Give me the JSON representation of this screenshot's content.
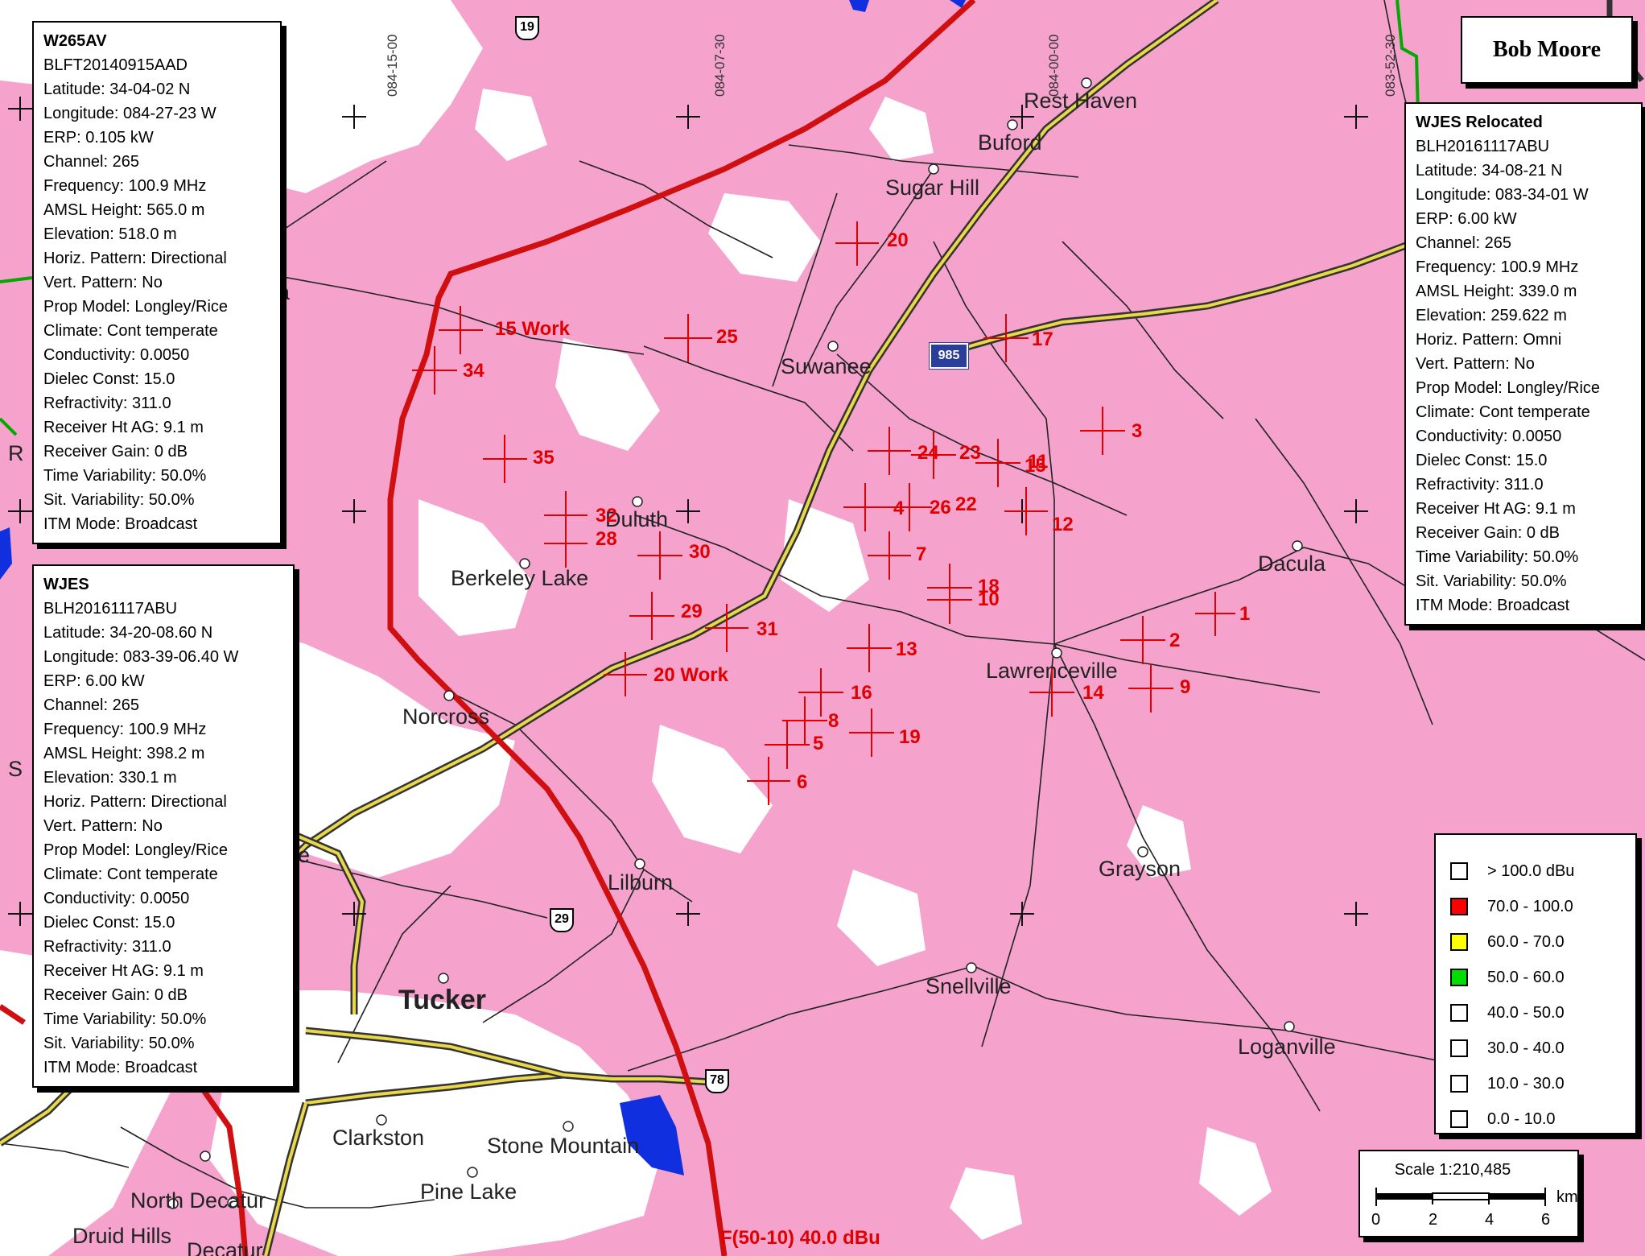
{
  "author": "Bob Moore",
  "stations": [
    {
      "id": "W265AV",
      "app": "BLFT20140915AAD",
      "lat": "Latitude: 34-04-02 N",
      "lon": "Longitude: 084-27-23 W",
      "erp": "ERP: 0.105 kW",
      "ch": "Channel: 265",
      "freq": "Frequency: 100.9 MHz",
      "amsl": "AMSL Height: 565.0 m",
      "elev": "Elevation: 518.0 m",
      "hpat": "Horiz. Pattern: Directional",
      "vpat": "Vert. Pattern: No",
      "prop": "Prop Model: Longley/Rice",
      "clim": "Climate: Cont temperate",
      "cond": "Conductivity: 0.0050",
      "diel": "Dielec Const: 15.0",
      "refr": "Refractivity: 311.0",
      "rxht": "Receiver Ht AG: 9.1 m",
      "rxg": "Receiver Gain: 0 dB",
      "tvar": "Time Variability: 50.0%",
      "svar": "Sit. Variability: 50.0%",
      "itm": "ITM Mode: Broadcast"
    },
    {
      "id": "WJES",
      "app": "BLH20161117ABU",
      "lat": "Latitude: 34-20-08.60 N",
      "lon": "Longitude: 083-39-06.40 W",
      "erp": "ERP: 6.00 kW",
      "ch": "Channel: 265",
      "freq": "Frequency: 100.9 MHz",
      "amsl": "AMSL Height: 398.2 m",
      "elev": "Elevation: 330.1 m",
      "hpat": "Horiz. Pattern: Directional",
      "vpat": "Vert. Pattern: No",
      "prop": "Prop Model: Longley/Rice",
      "clim": "Climate: Cont temperate",
      "cond": "Conductivity: 0.0050",
      "diel": "Dielec Const: 15.0",
      "refr": "Refractivity: 311.0",
      "rxht": "Receiver Ht AG: 9.1 m",
      "rxg": "Receiver Gain: 0 dB",
      "tvar": "Time Variability: 50.0%",
      "svar": "Sit. Variability: 50.0%",
      "itm": "ITM Mode: Broadcast"
    },
    {
      "id": "WJES Relocated",
      "app": "BLH20161117ABU",
      "lat": "Latitude: 34-08-21 N",
      "lon": "Longitude: 083-34-01 W",
      "erp": "ERP: 6.00 kW",
      "ch": "Channel: 265",
      "freq": "Frequency: 100.9 MHz",
      "amsl": "AMSL Height: 339.0 m",
      "elev": "Elevation: 259.622 m",
      "hpat": "Horiz. Pattern: Omni",
      "vpat": "Vert. Pattern: No",
      "prop": "Prop Model: Longley/Rice",
      "clim": "Climate: Cont temperate",
      "cond": "Conductivity: 0.0050",
      "diel": "Dielec Const: 15.0",
      "refr": "Refractivity: 311.0",
      "rxht": "Receiver Ht AG: 9.1 m",
      "rxg": "Receiver Gain: 0 dB",
      "tvar": "Time Variability: 50.0%",
      "svar": "Sit. Variability: 50.0%",
      "itm": "ITM Mode: Broadcast"
    }
  ],
  "towns": {
    "rest_haven": "Rest Haven",
    "buford": "Buford",
    "sugar_hill": "Sugar Hill",
    "suwanee": "Suwanee",
    "duluth": "Duluth",
    "berkeley_lake": "Berkeley Lake",
    "dacula": "Dacula",
    "lawrenceville": "Lawrenceville",
    "norcross": "Norcross",
    "lilburn": "Lilburn",
    "grayson": "Grayson",
    "snellville": "Snellville",
    "tucker": "Tucker",
    "loganville": "Loganville",
    "clarkston": "Clarkston",
    "stone_mountain": "Stone Mountain",
    "pine_lake": "Pine Lake",
    "north_decatur": "North Decatur",
    "druid_hills": "Druid Hills",
    "decatur": "Decatur",
    "partial_etta": "tta",
    "partial_ille": "ille",
    "partial_r": "R",
    "partial_s": "S"
  },
  "grid_labels": {
    "g1": "084-15-00",
    "g2": "084-07-30",
    "g3": "084-00-00",
    "g4": "083-52-30"
  },
  "routes": {
    "r19": "19",
    "r985": "985",
    "r29": "29",
    "r78": "78"
  },
  "markers": {
    "m20": "20",
    "m25": "25",
    "m17": "17",
    "m15w": "15 Work",
    "m34": "34",
    "m35": "35",
    "m3": "3",
    "m24": "24",
    "m23": "23",
    "m15": "15",
    "m11": "11",
    "m32": "32",
    "m28": "28",
    "m30": "30",
    "m4": "4",
    "m26": "26",
    "m22": "22",
    "m12": "12",
    "m7": "7",
    "m18": "18",
    "m10": "10",
    "m1": "1",
    "m29": "29",
    "m31": "31",
    "m13": "13",
    "m2": "2",
    "m20w": "20 Work",
    "m16": "16",
    "m14": "14",
    "m9": "9",
    "m8": "8",
    "m5": "5",
    "m19": "19",
    "m6": "6"
  },
  "contour_label": "F(50-10)  40.0 dBu",
  "legend": {
    "items": [
      {
        "label": "> 100.0 dBu",
        "color": "#ffffff"
      },
      {
        "label": "70.0 - 100.0",
        "color": "#ff0000"
      },
      {
        "label": "60.0 - 70.0",
        "color": "#ffff00"
      },
      {
        "label": "50.0 - 60.0",
        "color": "#00dd00"
      },
      {
        "label": "40.0 - 50.0",
        "color": "#ffffff"
      },
      {
        "label": "30.0 - 40.0",
        "color": "#ffffff"
      },
      {
        "label": "10.0 - 30.0",
        "color": "#ffffff"
      },
      {
        "label": "0.0 - 10.0",
        "color": "#ffffff"
      }
    ]
  },
  "scale": {
    "title": "Scale 1:210,485",
    "t0": "0",
    "t2": "2",
    "t4": "4",
    "t6": "6",
    "unit": "km"
  },
  "colors": {
    "coverage": "#f5a3cc",
    "contour": "#d01010",
    "road_major": "#e8d84a",
    "water": "#1030e0"
  }
}
